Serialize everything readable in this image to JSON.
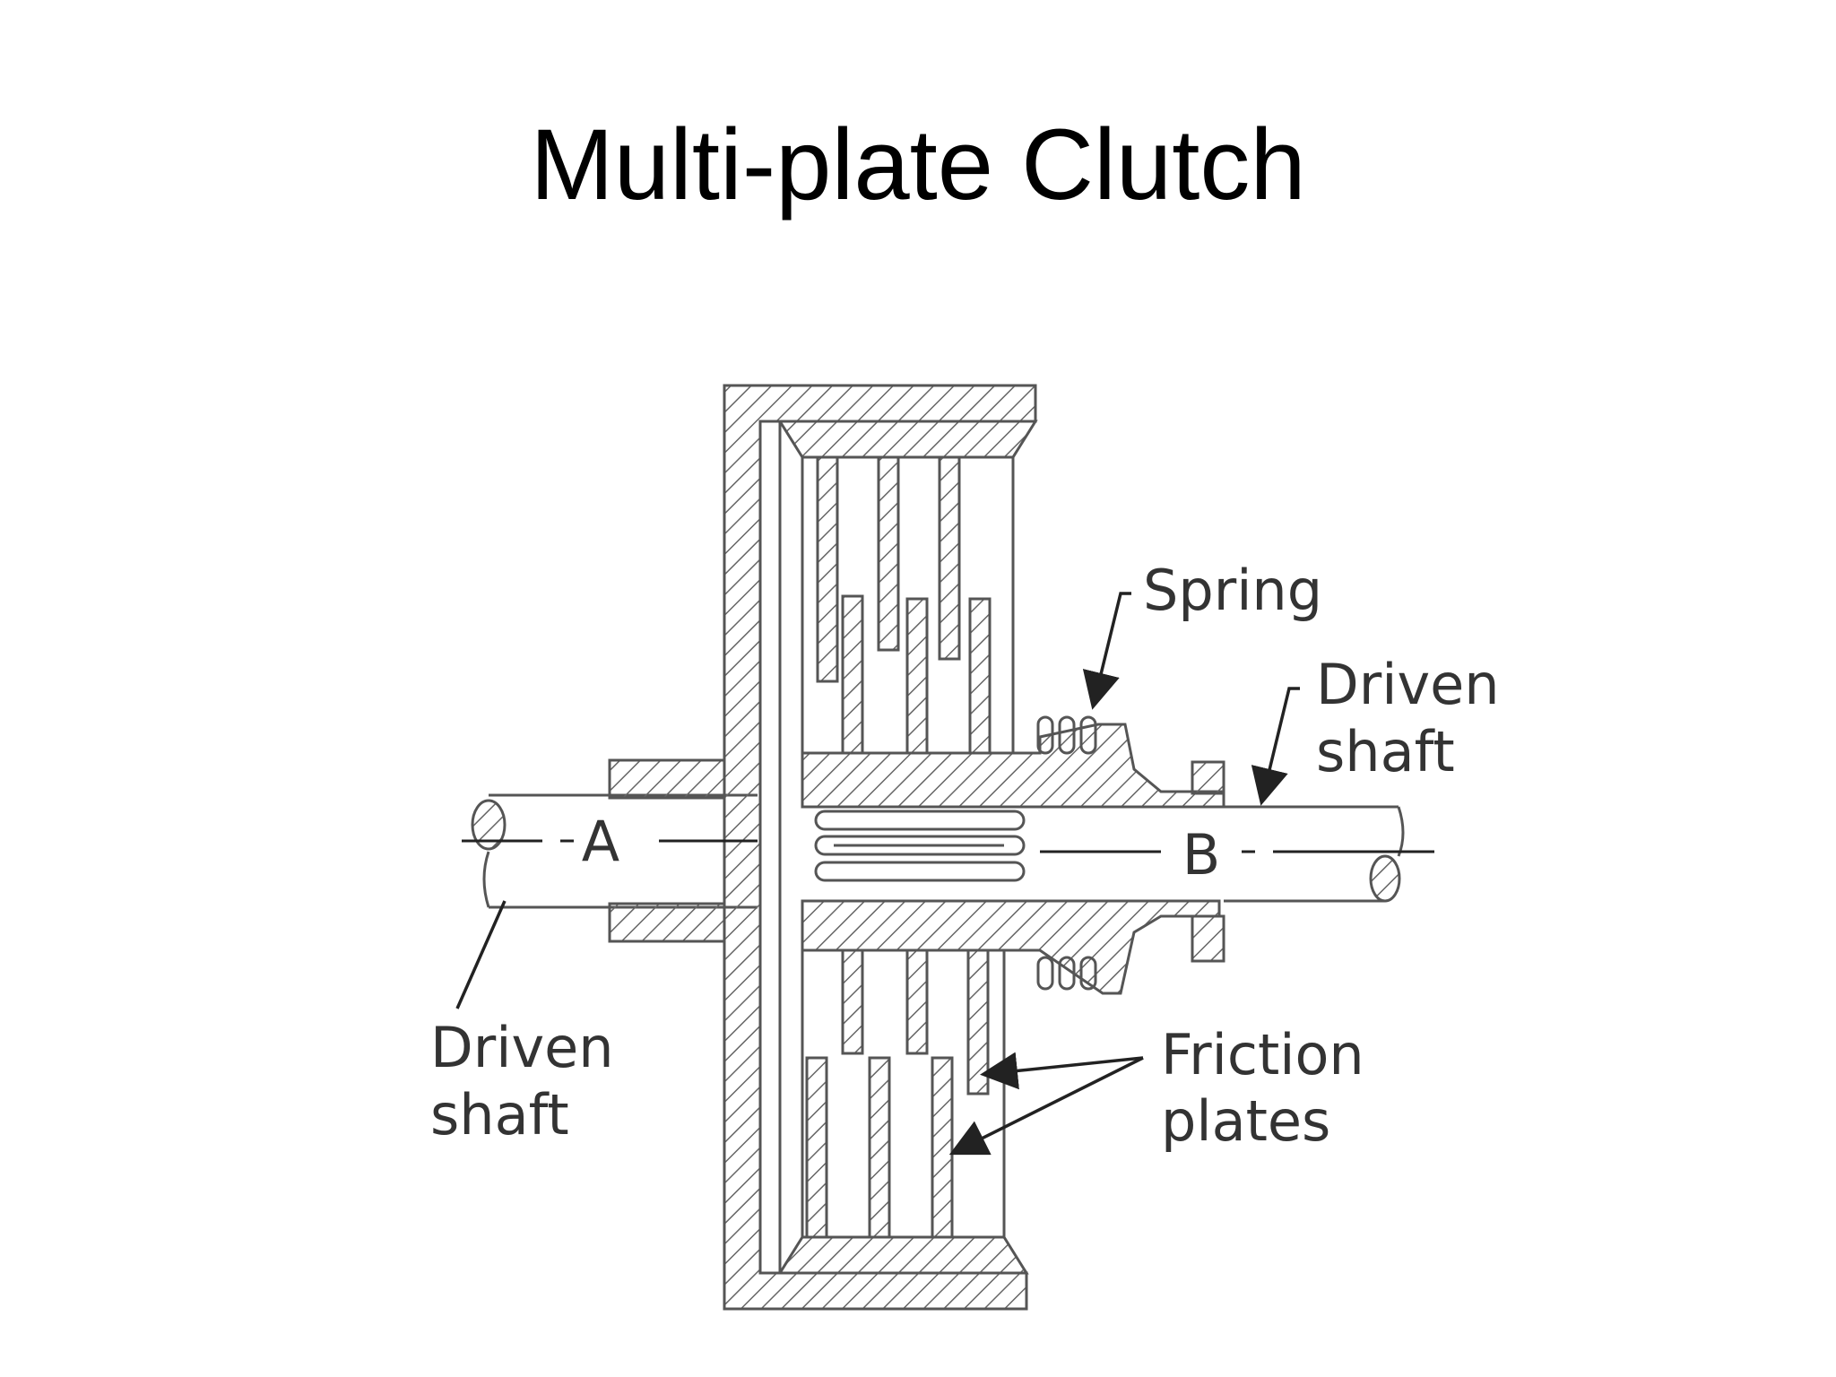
{
  "title": "Multi-plate Clutch",
  "labels": {
    "spring": "Spring",
    "driven_shaft_right_line1": "Driven",
    "driven_shaft_right_line2": "shaft",
    "driven_shaft_left_line1": "Driven",
    "driven_shaft_left_line2": "shaft",
    "friction_line1": "Friction",
    "friction_line2": "plates",
    "shaft_a": "A",
    "shaft_b": "B"
  },
  "colors": {
    "line": "#555555",
    "hatch": "#666666",
    "text": "#333333",
    "background": "#ffffff"
  }
}
